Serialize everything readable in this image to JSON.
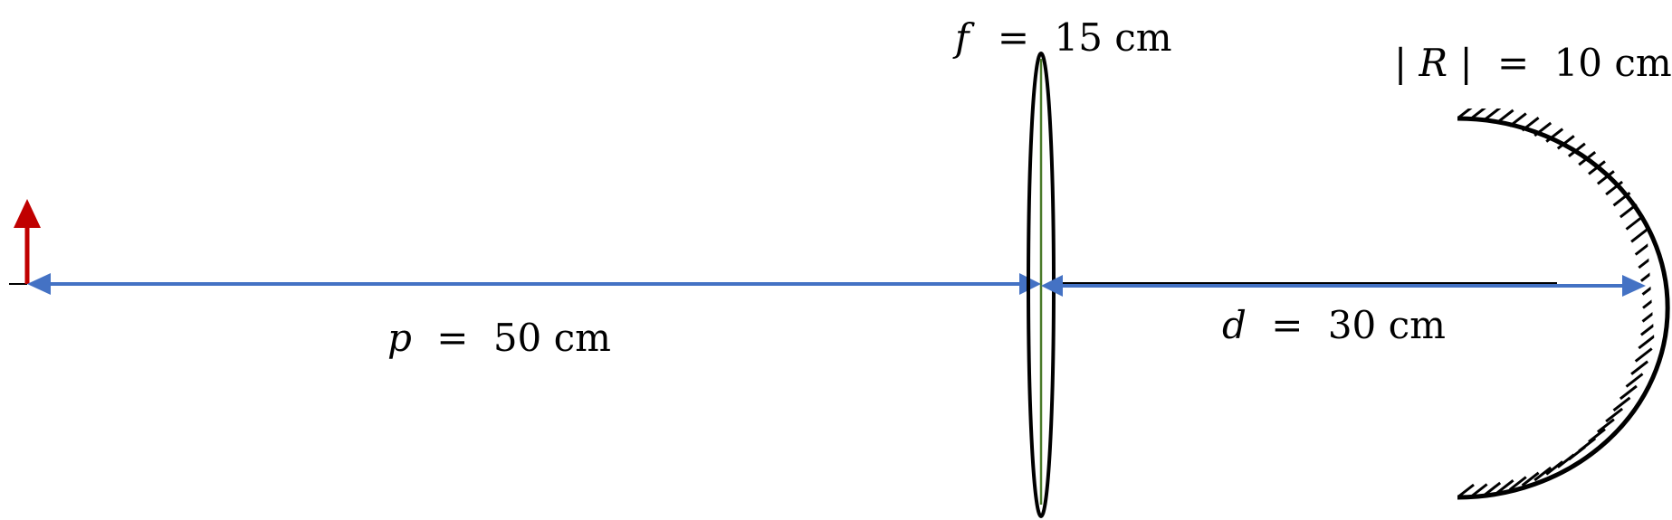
{
  "labels": {
    "focal": {
      "symbol": "f",
      "equals": "=",
      "value": "15 cm"
    },
    "radius": {
      "symbol_open": "|",
      "symbol": "R",
      "symbol_close": "|",
      "equals": "=",
      "value": "10 cm"
    },
    "object_distance": {
      "symbol": "p",
      "equals": "=",
      "value": "50 cm"
    },
    "separation": {
      "symbol": "d",
      "equals": "=",
      "value": "30 cm"
    }
  },
  "colors": {
    "object_arrow": "#c00000",
    "dimension_arrow": "#4472c4",
    "lens_outline": "#000000",
    "lens_axis": "#4a7a2a",
    "mirror": "#000000"
  },
  "elements": {
    "object": "upright-arrow",
    "lens": "thin-converging-lens",
    "mirror": "concave-spherical-mirror"
  }
}
